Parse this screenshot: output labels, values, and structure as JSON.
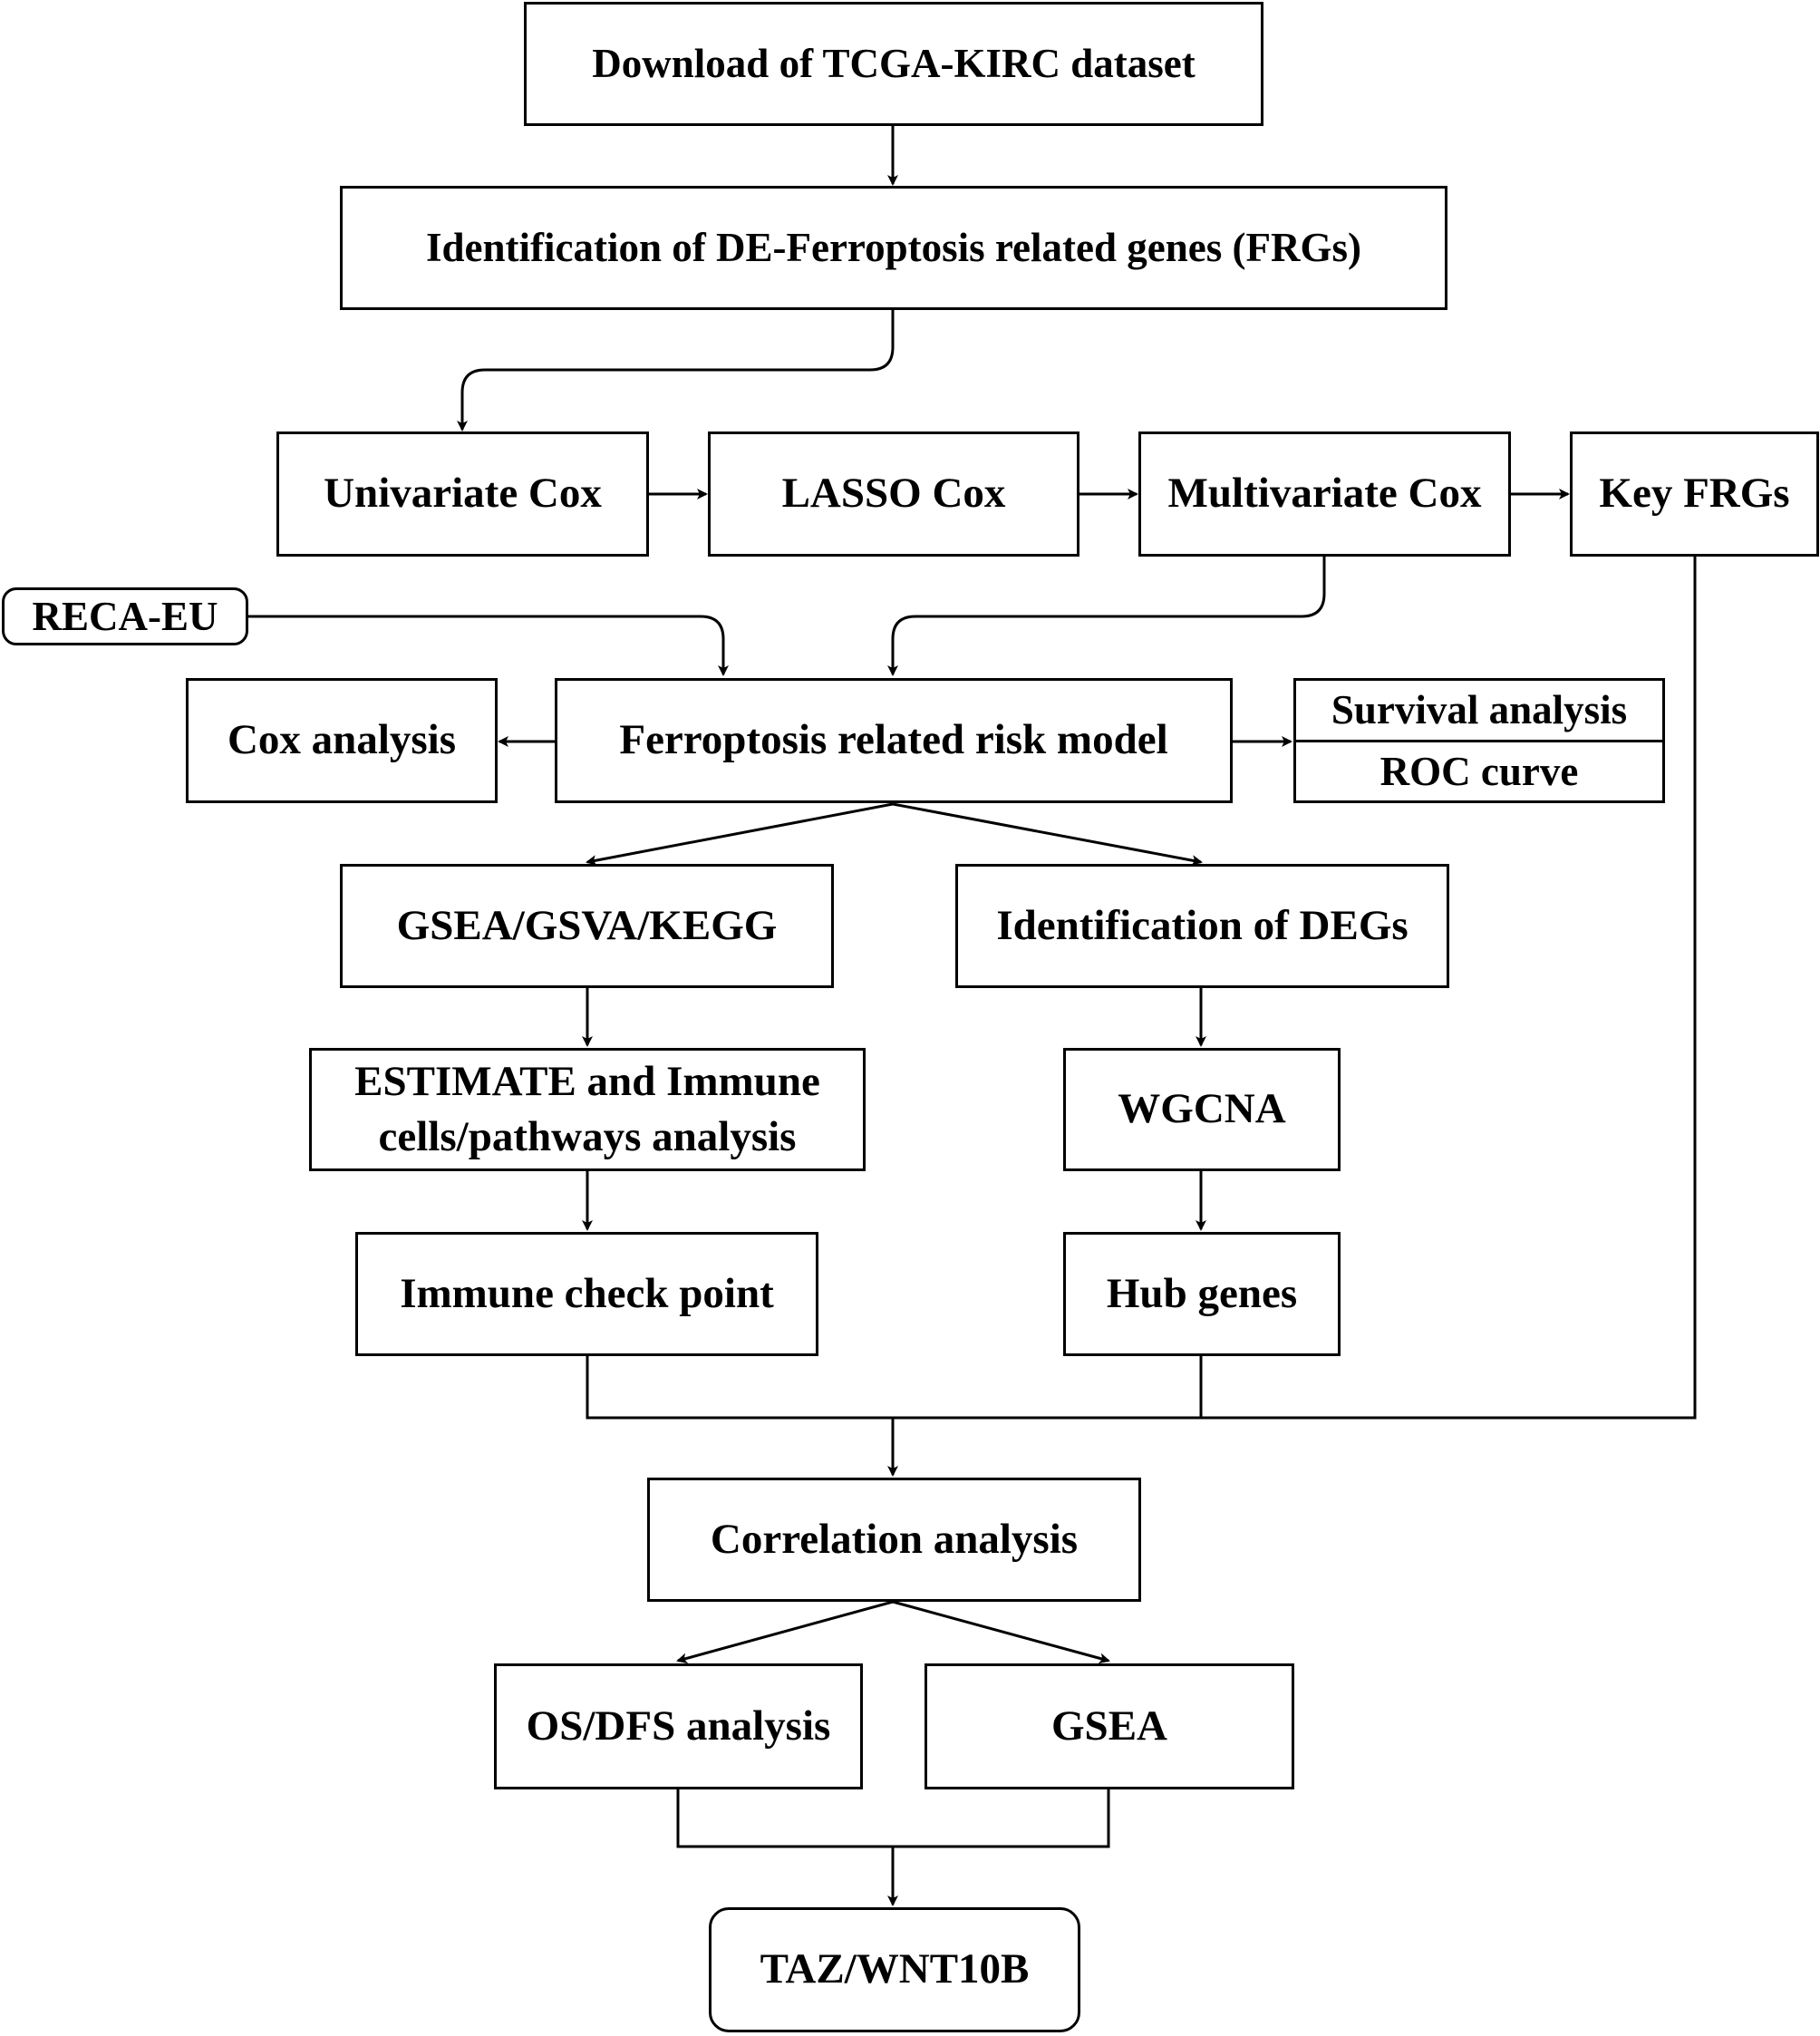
{
  "nodes": {
    "download": "Download of TCGA-KIRC dataset",
    "identification_frgs": "Identification of DE-Ferroptosis related genes (FRGs)",
    "univariate": "Univariate Cox",
    "lasso": "LASSO Cox",
    "multivariate": "Multivariate Cox",
    "key_frgs": "Key FRGs",
    "reca_eu": "RECA-EU",
    "cox_analysis": "Cox analysis",
    "risk_model": "Ferroptosis related risk model",
    "survival": "Survival analysis",
    "roc": "ROC curve",
    "gsea_gsva_kegg": "GSEA/GSVA/KEGG",
    "identification_degs": "Identification of DEGs",
    "estimate_line1": "ESTIMATE and Immune",
    "estimate_line2": "cells/pathways analysis",
    "wgcna": "WGCNA",
    "immune_checkpoint": "Immune check point",
    "hub_genes": "Hub genes",
    "correlation": "Correlation analysis",
    "os_dfs": "OS/DFS analysis",
    "gsea": "GSEA",
    "taz_wnt10b": "TAZ/WNT10B"
  }
}
